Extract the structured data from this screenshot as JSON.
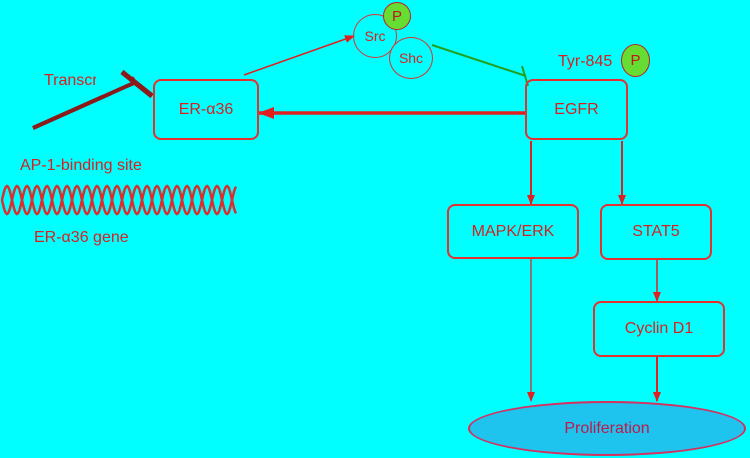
{
  "diagram": {
    "transcription_label": "Transcription",
    "binding_site_label": "AP-1-binding site",
    "gene_label": "ER-α36 gene",
    "nodes": {
      "er_a36": "ER-α36",
      "egfr": "EGFR",
      "mapk_erk": "MAPK/ERK",
      "stat5": "STAT5",
      "cyclin_d1": "Cyclin D1",
      "proliferation": "Proliferation",
      "src": "Src",
      "shc": "Shc",
      "tyr845": "Tyr-845"
    },
    "phospho_label": "P"
  },
  "colors": {
    "background": "#00ffff",
    "arrow": "#e02020",
    "inhibit_line": "#22a022",
    "blocker": "#8b1a1a",
    "proliferation_fill": "#1ec3ee"
  }
}
